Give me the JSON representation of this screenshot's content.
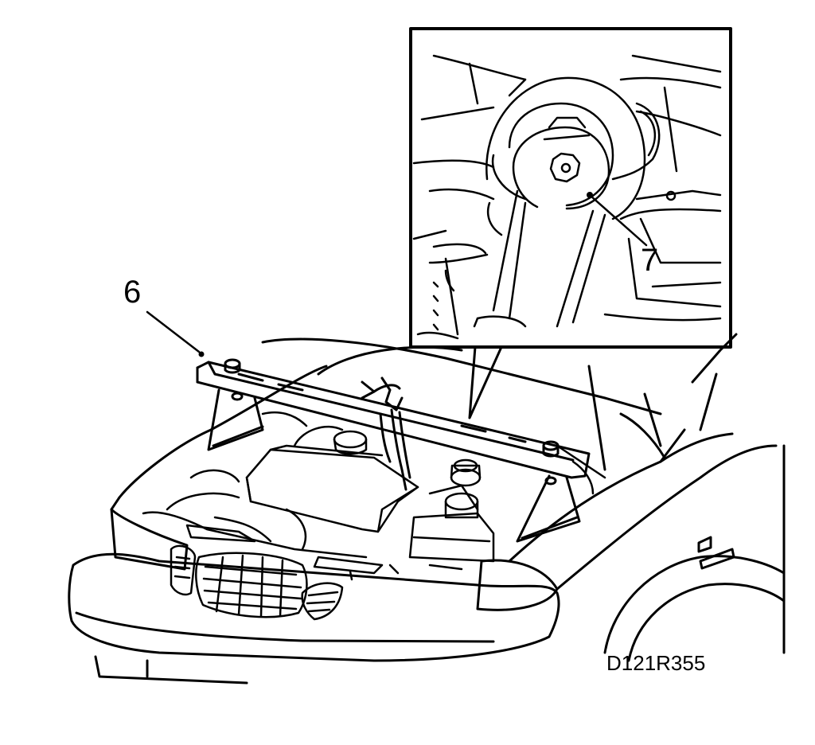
{
  "callouts": {
    "fixture_label": "6",
    "mount_label": "7"
  },
  "figure_code": "D121R355",
  "colors": {
    "ink": "#000000",
    "paper": "#ffffff"
  }
}
